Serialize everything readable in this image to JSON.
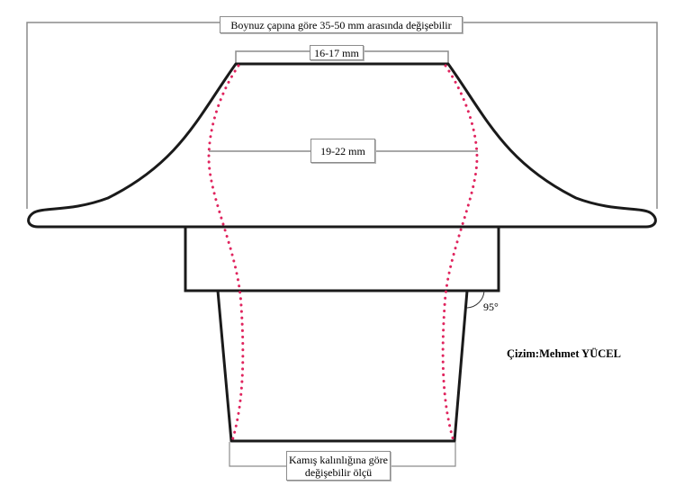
{
  "drawing": {
    "title": "Mouthpiece / bore cross-section technical drawing",
    "labels": {
      "overall_width": "Boynuz çapına göre 35-50 mm arasında değişebilir",
      "top_width": "16-17 mm",
      "inner_width": "19-22 mm",
      "angle": "95°",
      "bottom_line1": "Kamış kalınlığına göre",
      "bottom_line2": "değişebilir ölçü",
      "credit": "Çizim:Mehmet YÜCEL"
    },
    "colors": {
      "outline": "#1a1a1a",
      "dimension_line": "#8c8c8c",
      "bore_dots": "#e0245e",
      "background": "#ffffff"
    }
  }
}
